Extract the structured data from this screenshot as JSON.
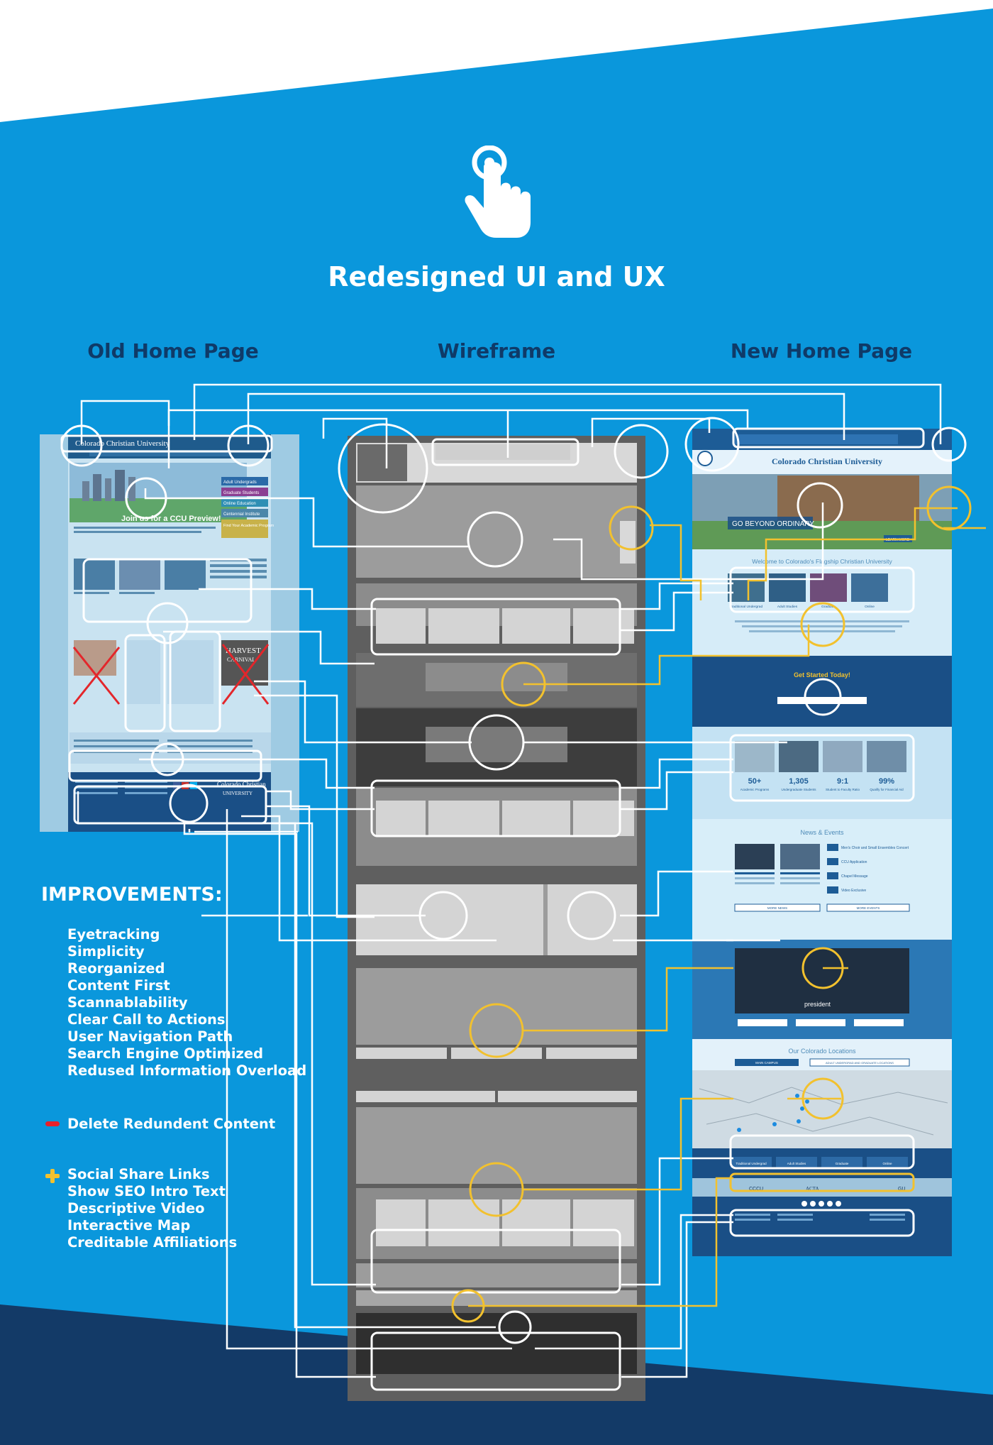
{
  "header": {
    "title": "Redesigned UI and UX",
    "icon": "tap-hand-icon"
  },
  "columns": {
    "old": "Old Home Page",
    "wireframe": "Wireframe",
    "new": "New Home Page"
  },
  "old_page": {
    "logo": "Colorado Christian University",
    "banner": "Join us for a CCU Preview!",
    "side_links": [
      "Adult Undergrads",
      "Graduate Students",
      "Online Education",
      "Centennial Institute"
    ],
    "find_box": "Find Your Academic Program",
    "footer_logo": "Colorado Christian",
    "footer_logo2": "UNIVERSITY",
    "harvest": "HARVEST",
    "harvest2": "CARNIVAL"
  },
  "new_page": {
    "logo": "Colorado Christian University",
    "hero_text": "GO BEYOND ORDINARY",
    "hero_btn": "LEARN MORE",
    "welcome": "Welcome to Colorado's Flagship Christian University",
    "programs": [
      "Traditional Undergrad",
      "Adult Studies",
      "Graduate",
      "Online"
    ],
    "get_started": "Get Started Today!",
    "stats": [
      {
        "value": "50+",
        "label": "Academic Programs"
      },
      {
        "value": "1,305",
        "label": "Undergraduate Students"
      },
      {
        "value": "9:1",
        "label": "Student to Faculty Ratio"
      },
      {
        "value": "99%",
        "label": "Qualify for Financial Aid"
      }
    ],
    "news_title": "News & Events",
    "news_items": [
      "Men's Choir and Small Ensembles Concert",
      "CCU Application",
      "Chapel Message",
      "Video Exclusive"
    ],
    "news_btn": "MORE NEWS",
    "events_btn": "MORE EVENTS",
    "video_caption": "president",
    "locations_title": "Our Colorado Locations",
    "loc_tabs": [
      "MAIN CAMPUS",
      "ADULT UNDERGRAD AND GRADUATE LOCATIONS"
    ],
    "footer_programs": [
      "Traditional Undergrad",
      "Adult Studies",
      "Graduate",
      "Online"
    ],
    "affiliations": [
      "CCCU",
      "ACTA",
      "GU"
    ]
  },
  "improvements": {
    "heading": "IMPROVEMENTS:",
    "items": [
      "Eyetracking",
      "Simplicity",
      "Reorganized",
      "Content First",
      "Scannablability",
      "Clear Call to Actions",
      "User Navigation Path",
      "Search Engine Optimized",
      "Redused Information Overload"
    ],
    "delete_label": "Delete Redundent Content",
    "additions": [
      "Social Share Links",
      "Show SEO Intro Text",
      "Descriptive Video",
      "Interactive Map",
      "Creditable Affiliations"
    ]
  },
  "colors": {
    "background": "#0a97dc",
    "dark_band": "#133a67",
    "title_text": "#ffffff",
    "column_text": "#0f3a68",
    "highlight_yellow": "#f2c12e",
    "connector_white": "#ffffff",
    "delete_red": "#e8202a"
  }
}
